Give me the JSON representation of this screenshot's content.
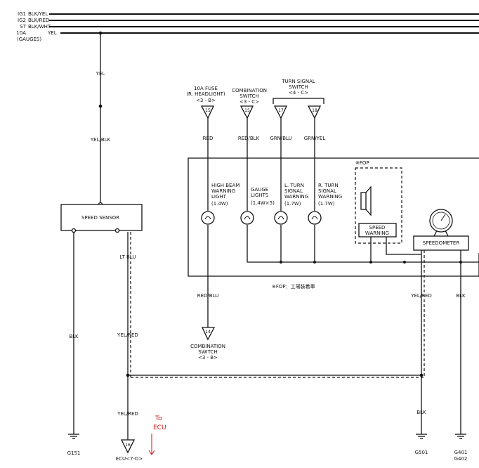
{
  "bus_labels": {
    "ig1": "IG1",
    "ig1_color": "BLK/YEL",
    "ig2": "IG2",
    "ig2_color": "BLK/RED",
    "st": "ST",
    "st_color": "BLK/WHT",
    "fuse_10a": "10A",
    "fuse_10a_color": "YEL",
    "gauges": "(GAUGES)"
  },
  "left_wiring": {
    "yel": "YEL",
    "yel_blk": "YEL/BLK",
    "speed_sensor": "SPEED SENSOR",
    "blk": "BLK",
    "lt_blu": "LT BLU",
    "yel_red_1": "YEL/RED",
    "yel_red_2": "YEL/RED",
    "g151": "G151",
    "ecu_pin": "16",
    "ecu_ref": "ECU<7-D>",
    "to_ecu": [
      "To",
      "ECU"
    ]
  },
  "sources": {
    "fuse_headlight": [
      "10A FUSE",
      "(R. HEADLIGHT)",
      "<3 - B>"
    ],
    "fuse_headlight_pin": "15",
    "combination_switch": [
      "COMBINATION",
      "SWITCH",
      "<3 - C>"
    ],
    "combination_switch_pin": "15",
    "turn_signal_switch": [
      "TURN SIGNAL",
      "SWITCH",
      "<4 - C>"
    ],
    "turn_left_pin": "17",
    "turn_right_pin": "18"
  },
  "wire_colors": {
    "red": "RED",
    "red_blk": "RED/BLK",
    "grn_blu": "GRN/BLU",
    "grn_yel": "GRN/YEL",
    "red_blu": "RED/BLU",
    "yel_red": "YEL/RED",
    "blk_right": "BLK",
    "blk_ground": "BLK"
  },
  "lamps": {
    "high_beam": [
      "HIGH BEAM",
      "WARNING",
      "LIGHT",
      "(1.4W)"
    ],
    "gauge_lights": [
      "GAUGE",
      "LIGHTS",
      "(1.4W×5)"
    ],
    "l_turn": [
      "L. TURN",
      "SIGNAL",
      "WARNING",
      "(1.7W)"
    ],
    "r_turn": [
      "R. TURN",
      "SIGNAL",
      "WARNING",
      "(1.7W)"
    ]
  },
  "fop": {
    "tag": "※FOP",
    "speed_warning": [
      "SPEED",
      "WARNING"
    ],
    "speedometer": "SPEEDOMETER",
    "note": "※FOP：工場装着車"
  },
  "bottom": {
    "combination_switch_pin": "14",
    "combination_switch": [
      "COMBINATION",
      "SWITCH",
      "<3 - B>"
    ],
    "g501": "G501",
    "g401": "G401",
    "g402": "G402"
  }
}
